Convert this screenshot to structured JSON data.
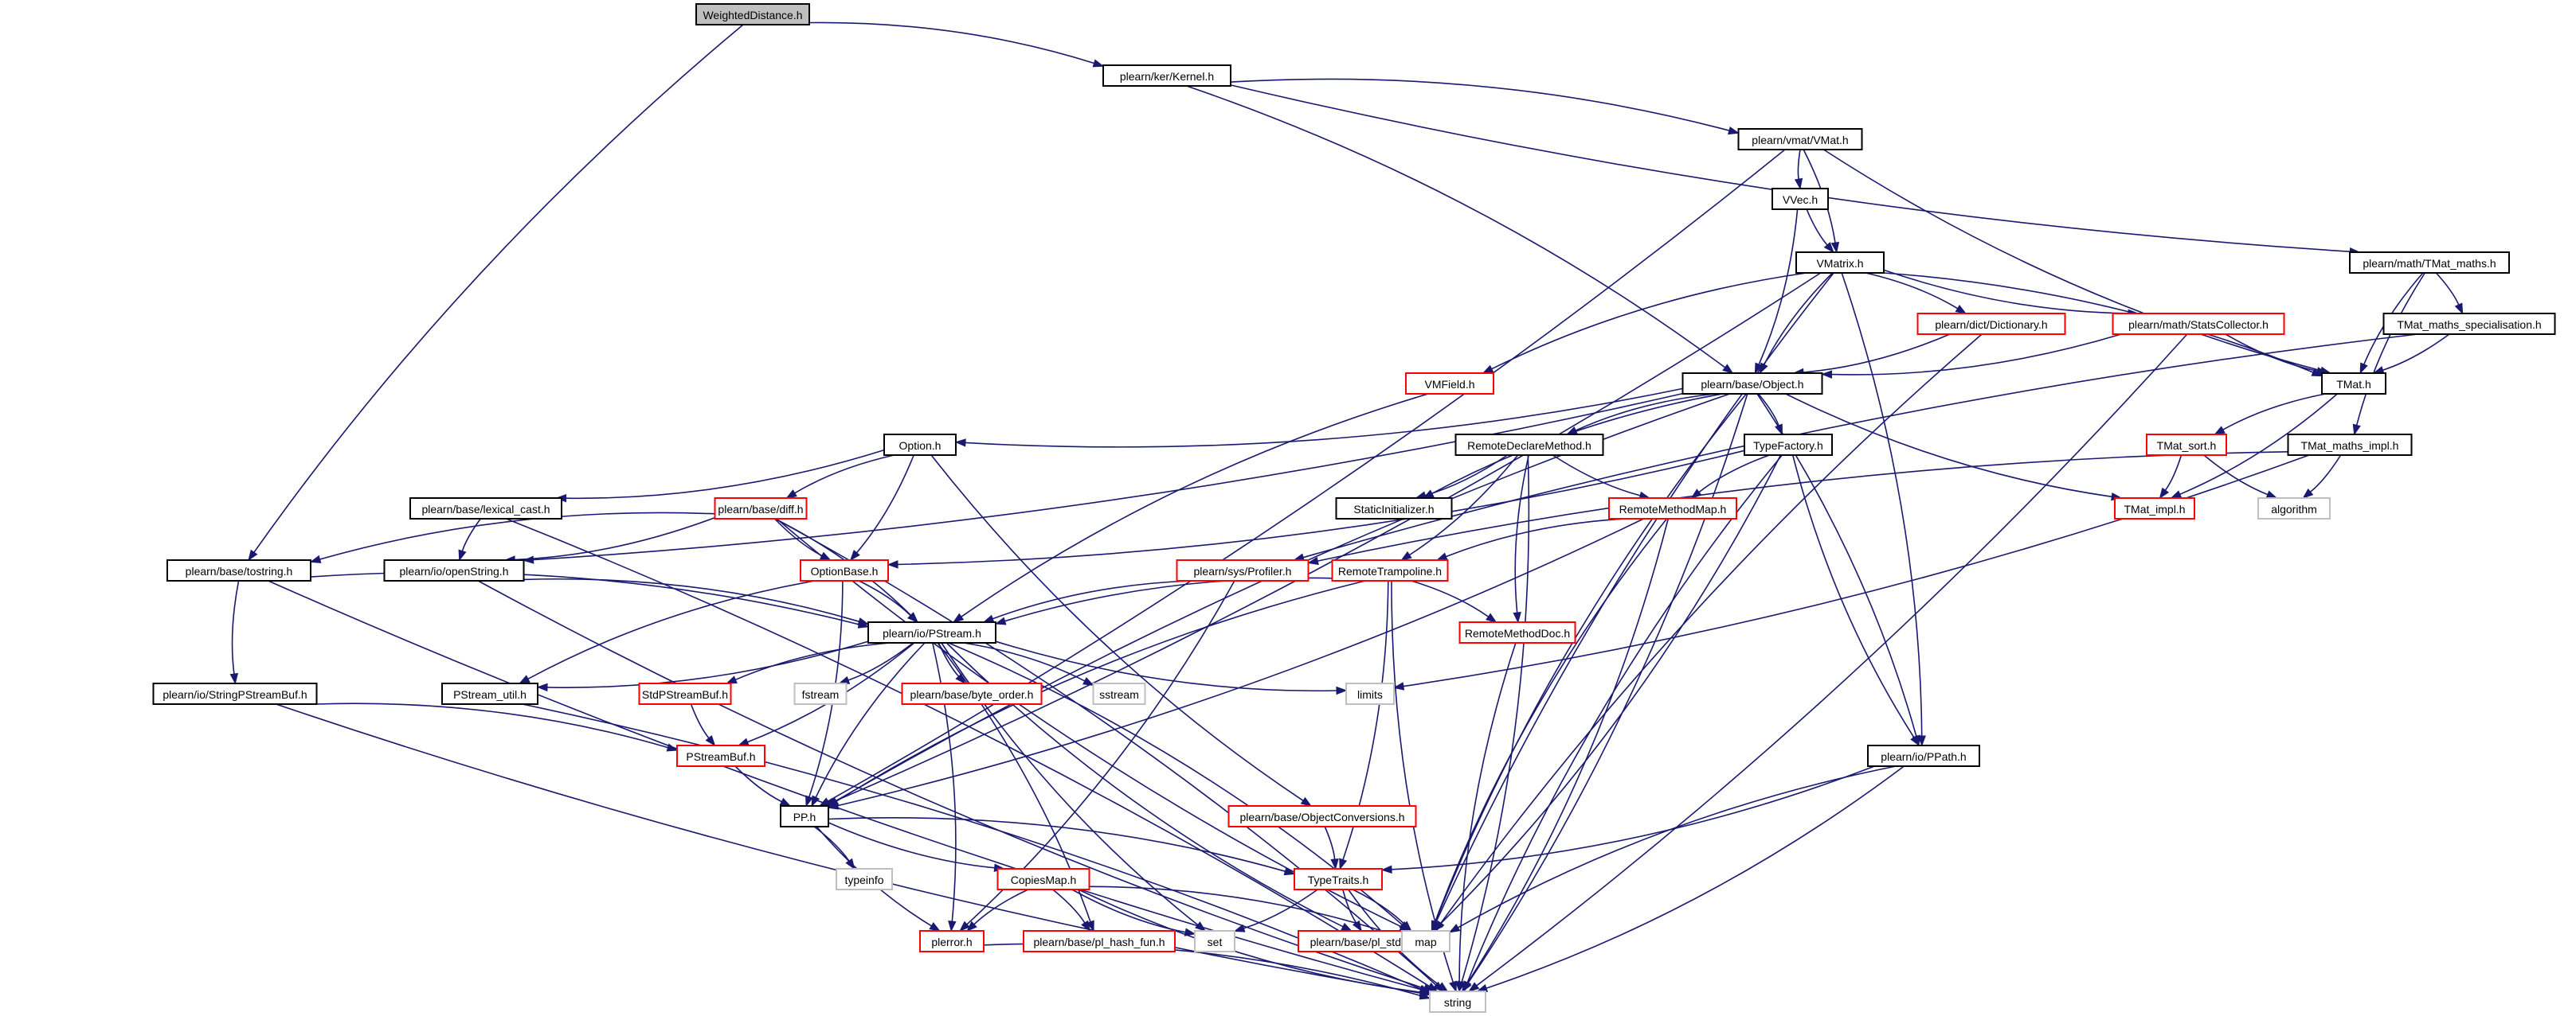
{
  "diagram": {
    "colors": {
      "edge": "#191970",
      "focus_fill": "#bfbfbf",
      "normal_border": "#000000",
      "truncated_border": "#ff0000",
      "system_border": "#bfbfbf",
      "text": "#000000"
    },
    "nodes": [
      {
        "id": "n_weighted",
        "label": "WeightedDistance.h",
        "style": "focus"
      },
      {
        "id": "n_kernel",
        "label": "plearn/ker/Kernel.h",
        "style": "normal"
      },
      {
        "id": "n_vmat",
        "label": "plearn/vmat/VMat.h",
        "style": "normal"
      },
      {
        "id": "n_tmatmaths",
        "label": "plearn/math/TMat_maths.h",
        "style": "normal"
      },
      {
        "id": "n_vvec",
        "label": "VVec.h",
        "style": "normal"
      },
      {
        "id": "n_vmatrix",
        "label": "VMatrix.h",
        "style": "normal"
      },
      {
        "id": "n_tmatspec",
        "label": "TMat_maths_specialisation.h",
        "style": "normal"
      },
      {
        "id": "n_dictionary",
        "label": "plearn/dict/Dictionary.h",
        "style": "truncated"
      },
      {
        "id": "n_stats",
        "label": "plearn/math/StatsCollector.h",
        "style": "truncated"
      },
      {
        "id": "n_tmat",
        "label": "TMat.h",
        "style": "normal"
      },
      {
        "id": "n_vmfield",
        "label": "VMField.h",
        "style": "truncated"
      },
      {
        "id": "n_object",
        "label": "plearn/base/Object.h",
        "style": "normal"
      },
      {
        "id": "n_option",
        "label": "Option.h",
        "style": "normal"
      },
      {
        "id": "n_remotedeclare",
        "label": "RemoteDeclareMethod.h",
        "style": "normal"
      },
      {
        "id": "n_typefactory",
        "label": "TypeFactory.h",
        "style": "normal"
      },
      {
        "id": "n_tmatsort",
        "label": "TMat_sort.h",
        "style": "truncated"
      },
      {
        "id": "n_tmatmathsimpl",
        "label": "TMat_maths_impl.h",
        "style": "normal"
      },
      {
        "id": "n_lexical",
        "label": "plearn/base/lexical_cast.h",
        "style": "normal"
      },
      {
        "id": "n_diff",
        "label": "plearn/base/diff.h",
        "style": "truncated"
      },
      {
        "id": "n_staticinit",
        "label": "StaticInitializer.h",
        "style": "normal"
      },
      {
        "id": "n_remotemethodmap",
        "label": "RemoteMethodMap.h",
        "style": "truncated"
      },
      {
        "id": "n_tmatimpl",
        "label": "TMat_impl.h",
        "style": "truncated"
      },
      {
        "id": "n_algorithm",
        "label": "algorithm",
        "style": "system"
      },
      {
        "id": "n_tostring",
        "label": "plearn/base/tostring.h",
        "style": "normal"
      },
      {
        "id": "n_openstring",
        "label": "plearn/io/openString.h",
        "style": "normal"
      },
      {
        "id": "n_optionbase",
        "label": "OptionBase.h",
        "style": "truncated"
      },
      {
        "id": "n_profiler",
        "label": "plearn/sys/Profiler.h",
        "style": "truncated"
      },
      {
        "id": "n_remotetramp",
        "label": "RemoteTrampoline.h",
        "style": "truncated"
      },
      {
        "id": "n_pstream",
        "label": "plearn/io/PStream.h",
        "style": "normal"
      },
      {
        "id": "n_remotemethoddoc",
        "label": "RemoteMethodDoc.h",
        "style": "truncated"
      },
      {
        "id": "n_stringpsb",
        "label": "plearn/io/StringPStreamBuf.h",
        "style": "normal"
      },
      {
        "id": "n_pstreamutil",
        "label": "PStream_util.h",
        "style": "normal"
      },
      {
        "id": "n_stdpsb",
        "label": "StdPStreamBuf.h",
        "style": "truncated"
      },
      {
        "id": "n_fstream",
        "label": "fstream",
        "style": "system"
      },
      {
        "id": "n_byteorder",
        "label": "plearn/base/byte_order.h",
        "style": "truncated"
      },
      {
        "id": "n_sstream",
        "label": "sstream",
        "style": "system"
      },
      {
        "id": "n_limits",
        "label": "limits",
        "style": "system"
      },
      {
        "id": "n_ppath",
        "label": "plearn/io/PPath.h",
        "style": "normal"
      },
      {
        "id": "n_pstreambuf",
        "label": "PStreamBuf.h",
        "style": "truncated"
      },
      {
        "id": "n_pp",
        "label": "PP.h",
        "style": "normal"
      },
      {
        "id": "n_objconv",
        "label": "plearn/base/ObjectConversions.h",
        "style": "truncated"
      },
      {
        "id": "n_typeinfo",
        "label": "typeinfo",
        "style": "system"
      },
      {
        "id": "n_copiesmap",
        "label": "CopiesMap.h",
        "style": "truncated"
      },
      {
        "id": "n_typetraits",
        "label": "TypeTraits.h",
        "style": "truncated"
      },
      {
        "id": "n_plerror",
        "label": "plerror.h",
        "style": "truncated"
      },
      {
        "id": "n_hashfun",
        "label": "plearn/base/pl_hash_fun.h",
        "style": "truncated"
      },
      {
        "id": "n_set",
        "label": "set",
        "style": "system"
      },
      {
        "id": "n_stdint",
        "label": "plearn/base/pl_stdint.h",
        "style": "truncated"
      },
      {
        "id": "n_map",
        "label": "map",
        "style": "system"
      },
      {
        "id": "n_string",
        "label": "string",
        "style": "system"
      }
    ],
    "edges": [
      [
        "n_weighted",
        "n_kernel"
      ],
      [
        "n_weighted",
        "n_tostring"
      ],
      [
        "n_kernel",
        "n_vmat"
      ],
      [
        "n_kernel",
        "n_tmatmaths"
      ],
      [
        "n_kernel",
        "n_object"
      ],
      [
        "n_vmat",
        "n_vvec"
      ],
      [
        "n_vmat",
        "n_vmatrix"
      ],
      [
        "n_vmat",
        "n_tmat"
      ],
      [
        "n_vmat",
        "n_pp"
      ],
      [
        "n_vvec",
        "n_vmatrix"
      ],
      [
        "n_vvec",
        "n_object"
      ],
      [
        "n_vmatrix",
        "n_object"
      ],
      [
        "n_vmatrix",
        "n_dictionary"
      ],
      [
        "n_vmatrix",
        "n_stats"
      ],
      [
        "n_vmatrix",
        "n_tmat"
      ],
      [
        "n_vmatrix",
        "n_vmfield"
      ],
      [
        "n_vmatrix",
        "n_ppath"
      ],
      [
        "n_vmatrix",
        "n_map"
      ],
      [
        "n_vmatrix",
        "n_pp"
      ],
      [
        "n_tmatmaths",
        "n_tmat"
      ],
      [
        "n_tmatmaths",
        "n_tmatspec"
      ],
      [
        "n_tmatmaths",
        "n_tmatmathsimpl"
      ],
      [
        "n_tmatspec",
        "n_tmat"
      ],
      [
        "n_tmatspec",
        "n_profiler"
      ],
      [
        "n_dictionary",
        "n_object"
      ],
      [
        "n_dictionary",
        "n_map"
      ],
      [
        "n_stats",
        "n_object"
      ],
      [
        "n_stats",
        "n_tmat"
      ],
      [
        "n_stats",
        "n_string"
      ],
      [
        "n_tmat",
        "n_tmatsort"
      ],
      [
        "n_tmat",
        "n_tmatimpl"
      ],
      [
        "n_vmfield",
        "n_pstream"
      ],
      [
        "n_object",
        "n_option"
      ],
      [
        "n_object",
        "n_remotedeclare"
      ],
      [
        "n_object",
        "n_typefactory"
      ],
      [
        "n_object",
        "n_staticinit"
      ],
      [
        "n_object",
        "n_openstring"
      ],
      [
        "n_object",
        "n_pp"
      ],
      [
        "n_object",
        "n_ppath"
      ],
      [
        "n_object",
        "n_map"
      ],
      [
        "n_object",
        "n_string"
      ],
      [
        "n_object",
        "n_tmatimpl"
      ],
      [
        "n_option",
        "n_lexical"
      ],
      [
        "n_option",
        "n_diff"
      ],
      [
        "n_option",
        "n_optionbase"
      ],
      [
        "n_option",
        "n_objconv"
      ],
      [
        "n_remotedeclare",
        "n_staticinit"
      ],
      [
        "n_remotedeclare",
        "n_remotemethodmap"
      ],
      [
        "n_remotedeclare",
        "n_remotetramp"
      ],
      [
        "n_remotedeclare",
        "n_remotemethoddoc"
      ],
      [
        "n_remotedeclare",
        "n_string"
      ],
      [
        "n_typefactory",
        "n_remotemethodmap"
      ],
      [
        "n_typefactory",
        "n_optionbase"
      ],
      [
        "n_typefactory",
        "n_ppath"
      ],
      [
        "n_typefactory",
        "n_map"
      ],
      [
        "n_typefactory",
        "n_string"
      ],
      [
        "n_tmatsort",
        "n_tmatimpl"
      ],
      [
        "n_tmatsort",
        "n_algorithm"
      ],
      [
        "n_tmatmathsimpl",
        "n_algorithm"
      ],
      [
        "n_tmatmathsimpl",
        "n_profiler"
      ],
      [
        "n_tmatmathsimpl",
        "n_limits"
      ],
      [
        "n_lexical",
        "n_openstring"
      ],
      [
        "n_lexical",
        "n_string"
      ],
      [
        "n_diff",
        "n_tostring"
      ],
      [
        "n_diff",
        "n_openstring"
      ],
      [
        "n_diff",
        "n_optionbase"
      ],
      [
        "n_diff",
        "n_pstream"
      ],
      [
        "n_diff",
        "n_map"
      ],
      [
        "n_diff",
        "n_string"
      ],
      [
        "n_remotemethodmap",
        "n_remotetramp"
      ],
      [
        "n_remotemethodmap",
        "n_pp"
      ],
      [
        "n_remotemethodmap",
        "n_map"
      ],
      [
        "n_remotemethodmap",
        "n_string"
      ],
      [
        "n_tostring",
        "n_stringpsb"
      ],
      [
        "n_tostring",
        "n_pstream"
      ],
      [
        "n_tostring",
        "n_string"
      ],
      [
        "n_openstring",
        "n_pstream"
      ],
      [
        "n_openstring",
        "n_string"
      ],
      [
        "n_optionbase",
        "n_pstream"
      ],
      [
        "n_optionbase",
        "n_pstreamutil"
      ],
      [
        "n_optionbase",
        "n_pp"
      ],
      [
        "n_profiler",
        "n_pstream"
      ],
      [
        "n_profiler",
        "n_plerror"
      ],
      [
        "n_remotetramp",
        "n_pstream"
      ],
      [
        "n_remotetramp",
        "n_remotemethoddoc"
      ],
      [
        "n_remotetramp",
        "n_pp"
      ],
      [
        "n_remotetramp",
        "n_typetraits"
      ],
      [
        "n_remotetramp",
        "n_string"
      ],
      [
        "n_pstream",
        "n_pstreamutil"
      ],
      [
        "n_pstream",
        "n_stdpsb"
      ],
      [
        "n_pstream",
        "n_fstream"
      ],
      [
        "n_pstream",
        "n_byteorder"
      ],
      [
        "n_pstream",
        "n_sstream"
      ],
      [
        "n_pstream",
        "n_limits"
      ],
      [
        "n_pstream",
        "n_pstreambuf"
      ],
      [
        "n_pstream",
        "n_pp"
      ],
      [
        "n_pstream",
        "n_map"
      ],
      [
        "n_pstream",
        "n_set"
      ],
      [
        "n_pstream",
        "n_hashfun"
      ],
      [
        "n_pstream",
        "n_stdint"
      ],
      [
        "n_pstream",
        "n_plerror"
      ],
      [
        "n_remotemethoddoc",
        "n_string"
      ],
      [
        "n_stringpsb",
        "n_pstreambuf"
      ],
      [
        "n_stringpsb",
        "n_string"
      ],
      [
        "n_pstreamutil",
        "n_string"
      ],
      [
        "n_stdpsb",
        "n_pstreambuf"
      ],
      [
        "n_ppath",
        "n_typetraits"
      ],
      [
        "n_ppath",
        "n_map"
      ],
      [
        "n_ppath",
        "n_string"
      ],
      [
        "n_pstreambuf",
        "n_pp"
      ],
      [
        "n_pp",
        "n_typeinfo"
      ],
      [
        "n_pp",
        "n_copiesmap"
      ],
      [
        "n_pp",
        "n_typetraits"
      ],
      [
        "n_pp",
        "n_plerror"
      ],
      [
        "n_objconv",
        "n_typetraits"
      ],
      [
        "n_copiesmap",
        "n_plerror"
      ],
      [
        "n_copiesmap",
        "n_hashfun"
      ],
      [
        "n_copiesmap",
        "n_set"
      ],
      [
        "n_copiesmap",
        "n_map"
      ],
      [
        "n_copiesmap",
        "n_string"
      ],
      [
        "n_typetraits",
        "n_set"
      ],
      [
        "n_typetraits",
        "n_stdint"
      ],
      [
        "n_typetraits",
        "n_map"
      ],
      [
        "n_typetraits",
        "n_string"
      ],
      [
        "n_plerror",
        "n_string"
      ]
    ]
  }
}
